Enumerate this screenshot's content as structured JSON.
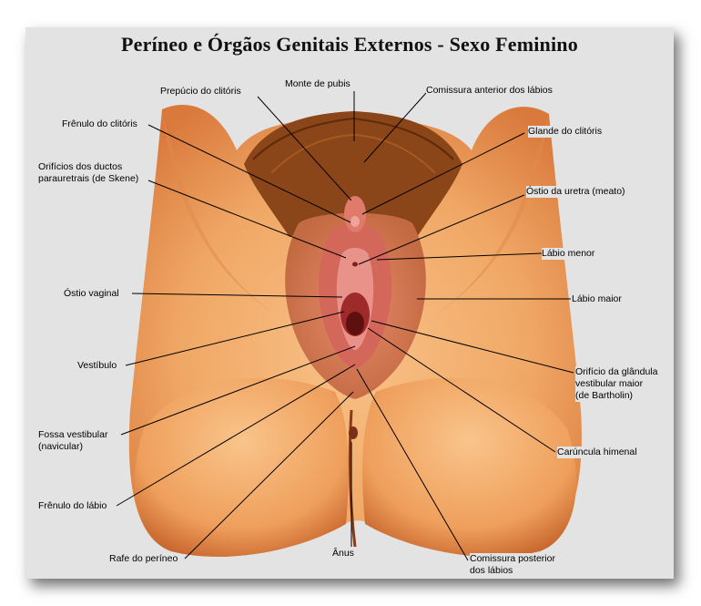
{
  "title": "Períneo e Órgãos Genitais Externos - Sexo Feminino",
  "colors": {
    "background": "#e3e3e3",
    "skin_light": "#f6b77a",
    "skin_dark": "#d9793c",
    "tissue": "#c9534a",
    "hair": "#7a3a12"
  },
  "labels": {
    "monte_pubis": "Monte de pubis",
    "prepucio": "Prepúcio do clitóris",
    "comissura_anterior": "Comissura anterior dos lábios",
    "frenulo_clitoris": "Frênulo do clitóris",
    "glande": "Glande do clitóris",
    "orificios_line1": "Orifícios dos ductos",
    "orificios_line2": "parauretrais (de Skene)",
    "ostio_uretra": "Óstio da uretra (meato)",
    "labio_menor": "Lábio menor",
    "ostio_vaginal": "Óstio vaginal",
    "labio_maior": "Lábio maior",
    "vestibulo": "Vestíbulo",
    "bartholin_line1": "Orifício da glândula",
    "bartholin_line2": "vestibular maior",
    "bartholin_line3": "(de Bartholin)",
    "fossa_line1": "Fossa vestibular",
    "fossa_line2": "(navicular)",
    "caruncula": "Carúncula himenal",
    "frenulo_labio": "Frênulo do lábio",
    "rafe": "Rafe do períneo",
    "anus": "Ânus",
    "comissura_post_line1": "Comissura posterior",
    "comissura_post_line2": "dos lábios"
  }
}
